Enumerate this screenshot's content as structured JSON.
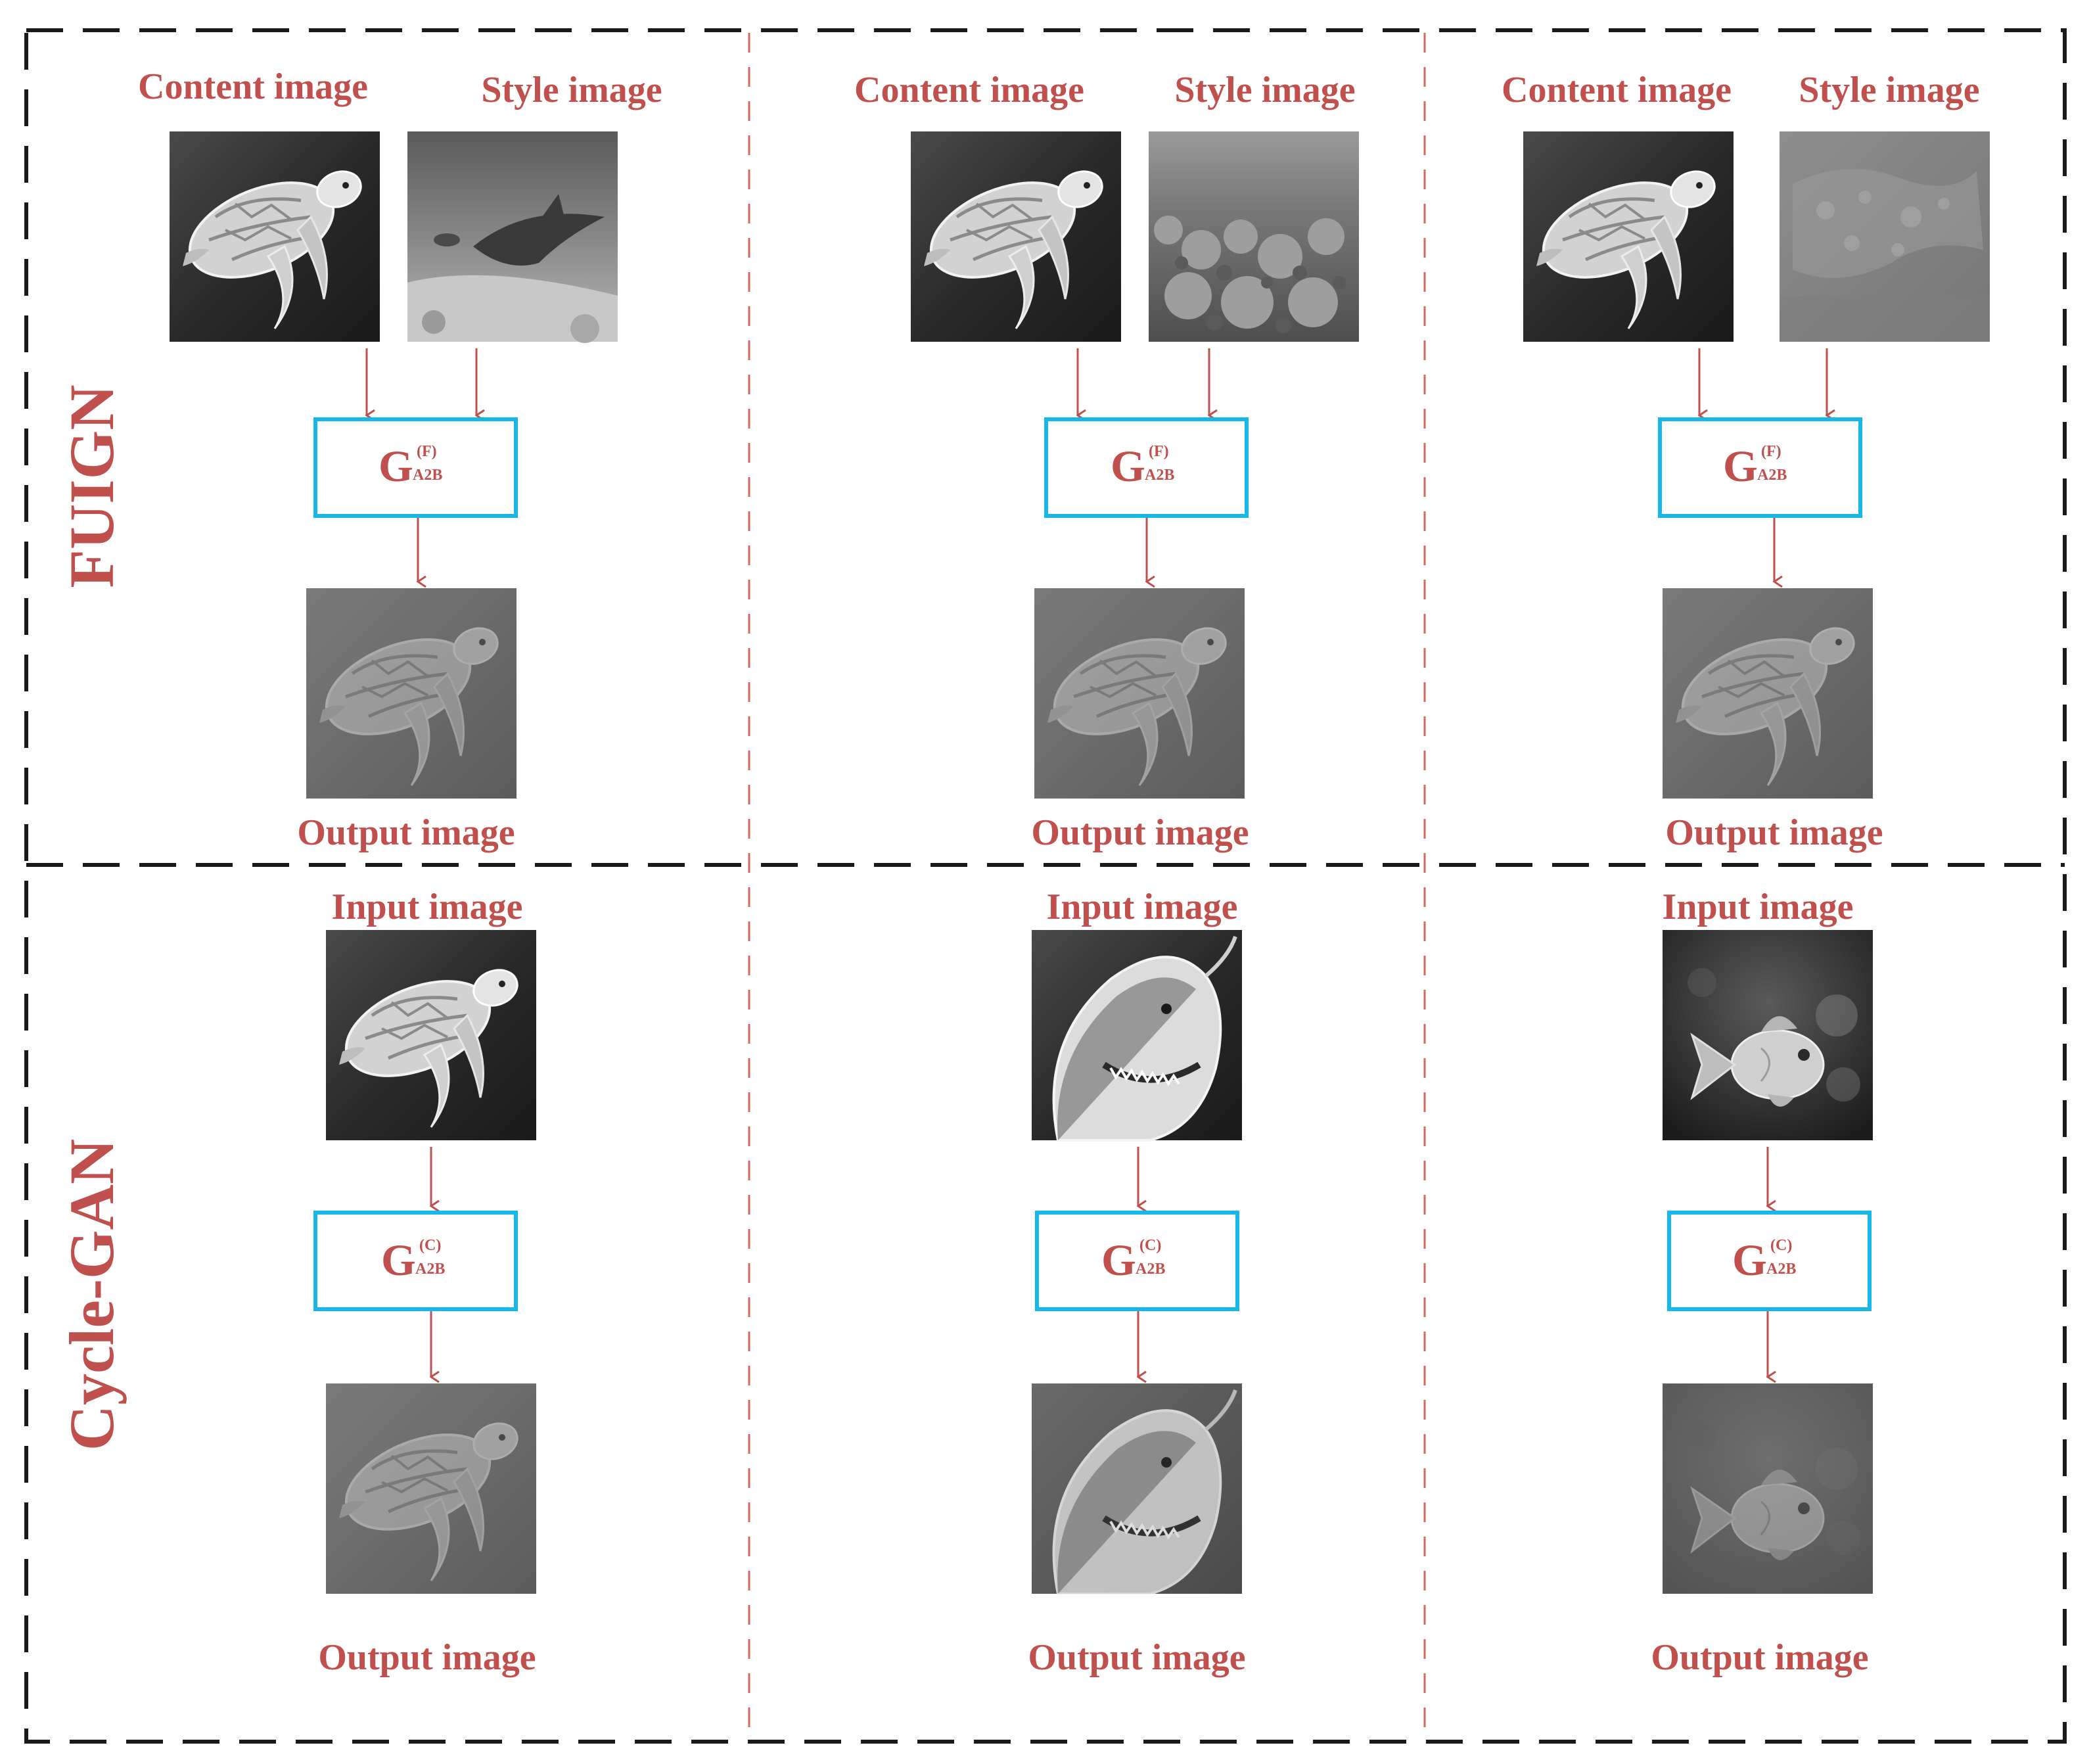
{
  "rows": {
    "top": {
      "name": "FUIGN"
    },
    "bottom": {
      "name": "Cycle-GAN"
    }
  },
  "labels": {
    "content": "Content image",
    "style": "Style image",
    "input": "Input image",
    "output": "Output image"
  },
  "generators": {
    "fuign": {
      "main": "G",
      "sup": "(F)",
      "sub": "A2B"
    },
    "cycle": {
      "main": "G",
      "sup": "(C)",
      "sub": "A2B"
    }
  },
  "images": {
    "top": [
      {
        "content": "turtle",
        "style": "shark-seafloor",
        "output": "turtle-styled"
      },
      {
        "content": "turtle",
        "style": "coral-reef",
        "output": "turtle-styled"
      },
      {
        "content": "turtle",
        "style": "hazy-reef",
        "output": "turtle-styled"
      }
    ],
    "bottom": [
      {
        "input": "turtle",
        "output": "turtle-translated"
      },
      {
        "input": "shark",
        "output": "shark-translated"
      },
      {
        "input": "goldfish",
        "output": "goldfish-translated"
      }
    ]
  },
  "colors": {
    "label": "#c0504d",
    "generator_border": "#17b8e8",
    "frame": "#1a1a1a",
    "separator": "#d2695f"
  }
}
